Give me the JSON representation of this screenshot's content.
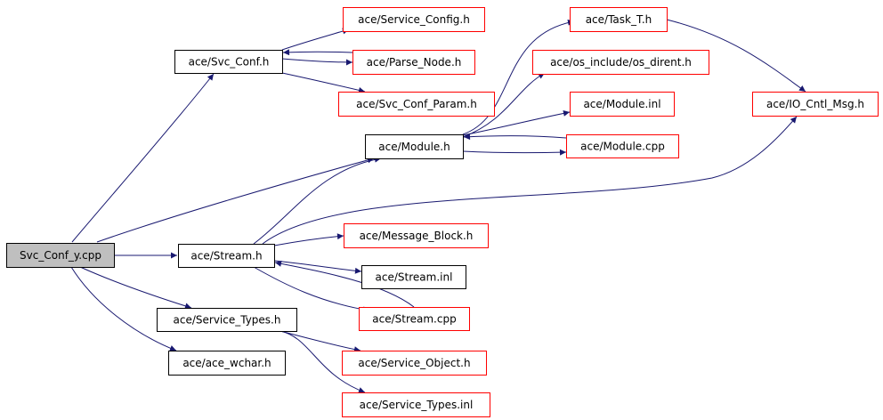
{
  "colors": {
    "edge": "#191970",
    "root_fill": "#bfbfbf",
    "root_border": "#000000",
    "local_border": "#000000",
    "external_border": "#ff0000",
    "node_fill": "#ffffff"
  },
  "nodes": [
    {
      "id": "svc_conf_y_cpp",
      "label": "Svc_Conf_y.cpp",
      "kind": "root"
    },
    {
      "id": "svc_conf_h",
      "label": "ace/Svc_Conf.h",
      "kind": "local"
    },
    {
      "id": "service_config_h",
      "label": "ace/Service_Config.h",
      "kind": "external"
    },
    {
      "id": "parse_node_h",
      "label": "ace/Parse_Node.h",
      "kind": "external"
    },
    {
      "id": "svc_conf_param_h",
      "label": "ace/Svc_Conf_Param.h",
      "kind": "external"
    },
    {
      "id": "task_t_h",
      "label": "ace/Task_T.h",
      "kind": "external"
    },
    {
      "id": "os_dirent_h",
      "label": "ace/os_include/os_dirent.h",
      "kind": "external"
    },
    {
      "id": "module_inl",
      "label": "ace/Module.inl",
      "kind": "external"
    },
    {
      "id": "module_h",
      "label": "ace/Module.h",
      "kind": "local"
    },
    {
      "id": "module_cpp",
      "label": "ace/Module.cpp",
      "kind": "external"
    },
    {
      "id": "io_cntl_msg_h",
      "label": "ace/IO_Cntl_Msg.h",
      "kind": "external"
    },
    {
      "id": "message_block_h",
      "label": "ace/Message_Block.h",
      "kind": "external"
    },
    {
      "id": "stream_h",
      "label": "ace/Stream.h",
      "kind": "local"
    },
    {
      "id": "stream_inl",
      "label": "ace/Stream.inl",
      "kind": "local"
    },
    {
      "id": "stream_cpp",
      "label": "ace/Stream.cpp",
      "kind": "external"
    },
    {
      "id": "service_types_h",
      "label": "ace/Service_Types.h",
      "kind": "local"
    },
    {
      "id": "ace_wchar_h",
      "label": "ace/ace_wchar.h",
      "kind": "local"
    },
    {
      "id": "service_object_h",
      "label": "ace/Service_Object.h",
      "kind": "external"
    },
    {
      "id": "service_types_inl",
      "label": "ace/Service_Types.inl",
      "kind": "external"
    }
  ],
  "edges": [
    {
      "from": "svc_conf_y_cpp",
      "to": "svc_conf_h"
    },
    {
      "from": "svc_conf_y_cpp",
      "to": "module_h"
    },
    {
      "from": "svc_conf_y_cpp",
      "to": "stream_h"
    },
    {
      "from": "svc_conf_y_cpp",
      "to": "service_types_h"
    },
    {
      "from": "svc_conf_y_cpp",
      "to": "ace_wchar_h"
    },
    {
      "from": "svc_conf_h",
      "to": "service_config_h"
    },
    {
      "from": "svc_conf_h",
      "to": "parse_node_h"
    },
    {
      "from": "parse_node_h",
      "to": "svc_conf_h"
    },
    {
      "from": "svc_conf_h",
      "to": "svc_conf_param_h"
    },
    {
      "from": "module_h",
      "to": "task_t_h"
    },
    {
      "from": "module_h",
      "to": "os_dirent_h"
    },
    {
      "from": "module_h",
      "to": "module_inl"
    },
    {
      "from": "module_h",
      "to": "module_cpp"
    },
    {
      "from": "module_cpp",
      "to": "module_h"
    },
    {
      "from": "task_t_h",
      "to": "io_cntl_msg_h"
    },
    {
      "from": "stream_h",
      "to": "module_h"
    },
    {
      "from": "stream_h",
      "to": "io_cntl_msg_h"
    },
    {
      "from": "stream_h",
      "to": "message_block_h"
    },
    {
      "from": "stream_h",
      "to": "stream_inl"
    },
    {
      "from": "stream_h",
      "to": "stream_cpp"
    },
    {
      "from": "stream_cpp",
      "to": "stream_h"
    },
    {
      "from": "service_types_h",
      "to": "service_object_h"
    },
    {
      "from": "service_types_h",
      "to": "service_types_inl"
    }
  ]
}
